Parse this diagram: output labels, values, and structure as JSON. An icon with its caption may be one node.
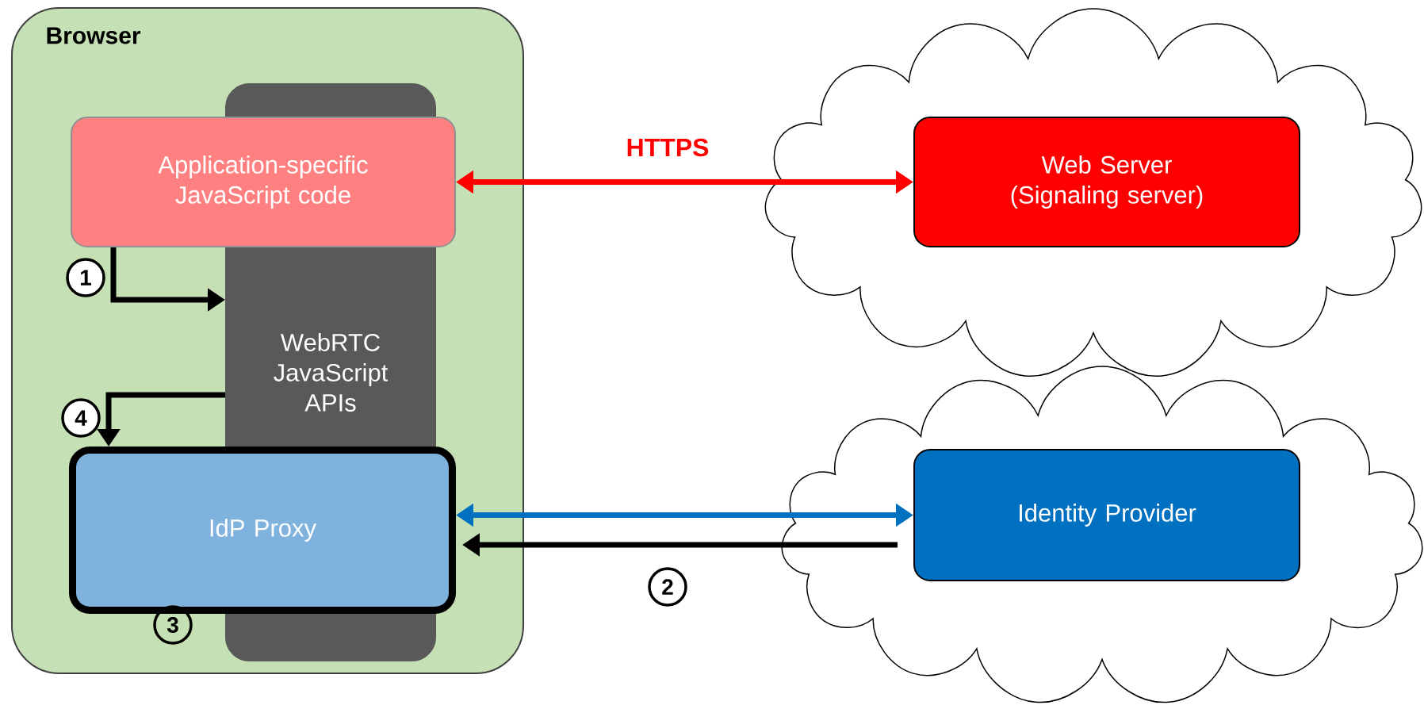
{
  "diagram": {
    "nodes": [
      {
        "text": [
          "Browser"
        ]
      },
      {
        "text": [
          "Application-specific JavaScript code"
        ],
        "in": 0
      },
      {
        "text": [
          "WebRTC JavaScript APIs"
        ],
        "in": 0
      },
      {
        "text": [
          "IdP Proxy"
        ],
        "in": 0
      },
      {
        "text": [],
        "shape": "cloud"
      },
      {
        "text": [
          "Web Server (Signaling server)"
        ],
        "in": 4
      },
      {
        "text": [],
        "shape": "cloud"
      },
      {
        "text": [
          "Identity Provider"
        ],
        "in": 6
      }
    ],
    "edges": [
      {
        "from": 1,
        "to": 5,
        "arrow": "both",
        "label": "HTTPS",
        "color": "#ff0000"
      },
      {
        "from": 1,
        "to": 2,
        "arrow": "to",
        "label": "1",
        "color": "#000000"
      },
      {
        "from": 2,
        "to": 3,
        "arrow": "to",
        "label": "4",
        "color": "#000000"
      },
      {
        "from": 3,
        "to": 7,
        "arrow": "both",
        "color": "#0070c0"
      },
      {
        "from": 7,
        "to": 3,
        "arrow": "to",
        "label": "2",
        "color": "#000000"
      }
    ],
    "labels": [
      "3"
    ]
  }
}
